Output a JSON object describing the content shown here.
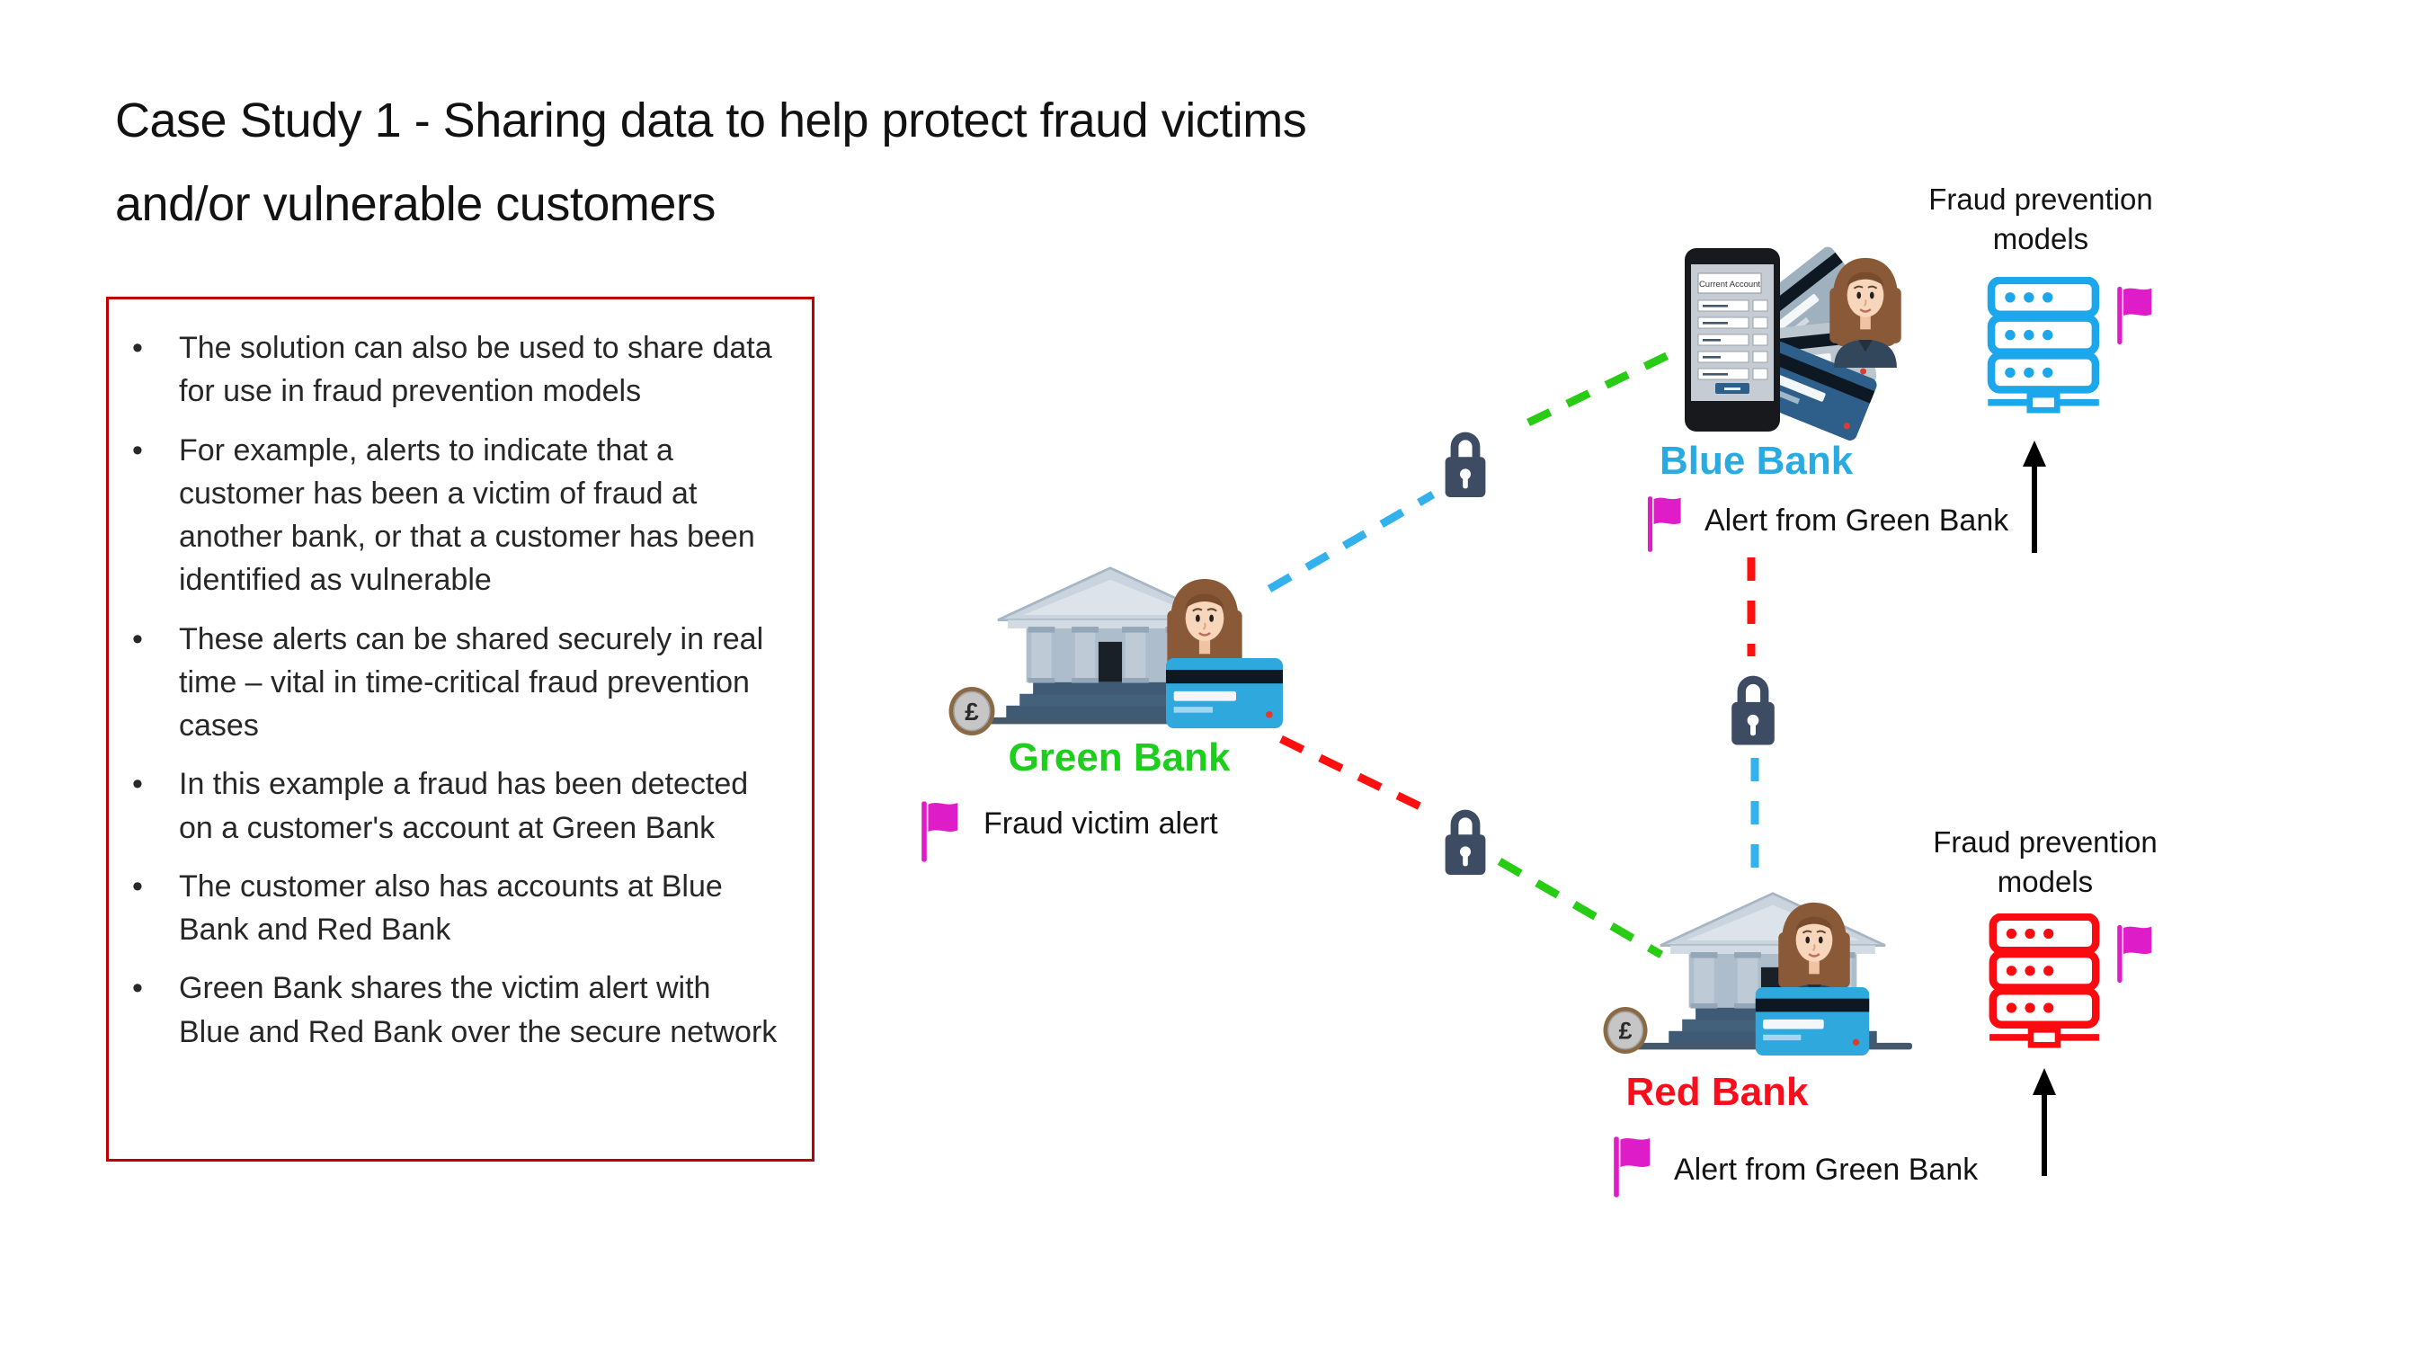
{
  "title": {
    "line1": "Case Study 1 - Sharing data to help protect fraud victims",
    "line2": "and/or vulnerable customers"
  },
  "notes_box": {
    "marker": "•",
    "bullets": [
      "The solution can also be used to share data for use in fraud prevention models",
      "For example, alerts to indicate that a customer has been a victim of fraud at another bank, or that a customer has been identified as vulnerable",
      "These alerts can be shared securely in real time – vital in time-critical fraud prevention cases",
      "In this example a fraud has been detected on a customer's account at Green Bank",
      "The customer also has accounts at Blue Bank and Red Bank",
      "Green Bank shares the victim alert with Blue and Red Bank over the secure network"
    ]
  },
  "diagram": {
    "green_bank": {
      "name": "Green Bank",
      "alert_label": "Fraud victim alert",
      "pound_symbol": "£"
    },
    "blue_bank": {
      "name": "Blue Bank",
      "alert_label": "Alert from Green Bank",
      "phone_header": "Current Account"
    },
    "red_bank": {
      "name": "Red Bank",
      "alert_label": "Alert from Green Bank",
      "pound_symbol": "£"
    },
    "blue_models": {
      "line1": "Fraud prevention",
      "line2": "models"
    },
    "red_models": {
      "line1": "Fraud prevention",
      "line2": "models"
    },
    "colors": {
      "green_bank_label": "#1DCE1D",
      "blue_bank_label": "#29ABE2",
      "red_bank_label": "#FB0D1B",
      "flag": "#DE1DC9",
      "lock": "#3E4C63",
      "green_link": "#28CC14",
      "blue_link": "#33B1EC",
      "red_link": "#FF0F0F",
      "blue_server": "#1CA7EC",
      "red_server": "#FB0A10",
      "notes_border": "#C00000",
      "arrow": "#000000"
    }
  }
}
